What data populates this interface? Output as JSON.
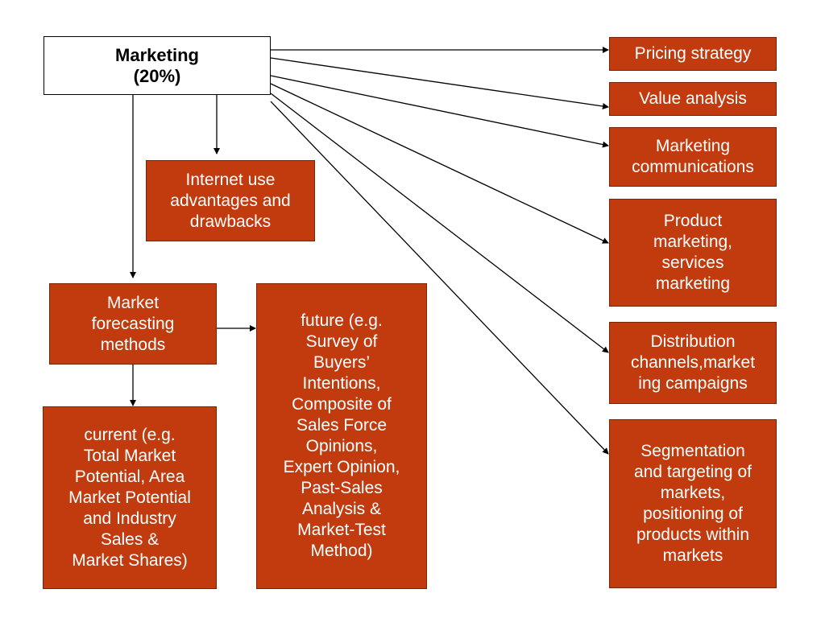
{
  "diagram": {
    "nodes": [
      {
        "id": "root",
        "label": "Marketing\n(20%)"
      },
      {
        "id": "internet",
        "label": "Internet use\nadvantages and\ndrawbacks"
      },
      {
        "id": "forecast",
        "label": "Market\nforecasting\nmethods"
      },
      {
        "id": "current",
        "label": "current (e.g.\nTotal Market\nPotential, Area\nMarket Potential\nand Industry\nSales &\nMarket Shares)"
      },
      {
        "id": "future",
        "label": "future (e.g.\nSurvey of\nBuyers’\nIntentions,\nComposite of\nSales Force\nOpinions,\nExpert Opinion,\nPast-Sales\nAnalysis &\nMarket-Test\nMethod)"
      },
      {
        "id": "pricing",
        "label": "Pricing strategy"
      },
      {
        "id": "value",
        "label": "Value analysis"
      },
      {
        "id": "mcomm",
        "label": "Marketing\ncommunications"
      },
      {
        "id": "product",
        "label": "Product\nmarketing,\nservices\nmarketing"
      },
      {
        "id": "distrib",
        "label": "Distribution\nchannels,market\ning campaigns"
      },
      {
        "id": "segment",
        "label": "Segmentation\nand targeting of\nmarkets,\npositioning of\nproducts within\nmarkets"
      }
    ],
    "edges": [
      {
        "from": "root",
        "to": "pricing"
      },
      {
        "from": "root",
        "to": "value"
      },
      {
        "from": "root",
        "to": "mcomm"
      },
      {
        "from": "root",
        "to": "product"
      },
      {
        "from": "root",
        "to": "distrib"
      },
      {
        "from": "root",
        "to": "segment"
      },
      {
        "from": "root",
        "to": "internet"
      },
      {
        "from": "root",
        "to": "forecast"
      },
      {
        "from": "forecast",
        "to": "future"
      },
      {
        "from": "forecast",
        "to": "current"
      }
    ],
    "colors": {
      "node_fill": "#c23b0f",
      "node_text": "#ffffff",
      "root_fill": "#ffffff",
      "root_text": "#000000",
      "edge": "#000000"
    }
  }
}
